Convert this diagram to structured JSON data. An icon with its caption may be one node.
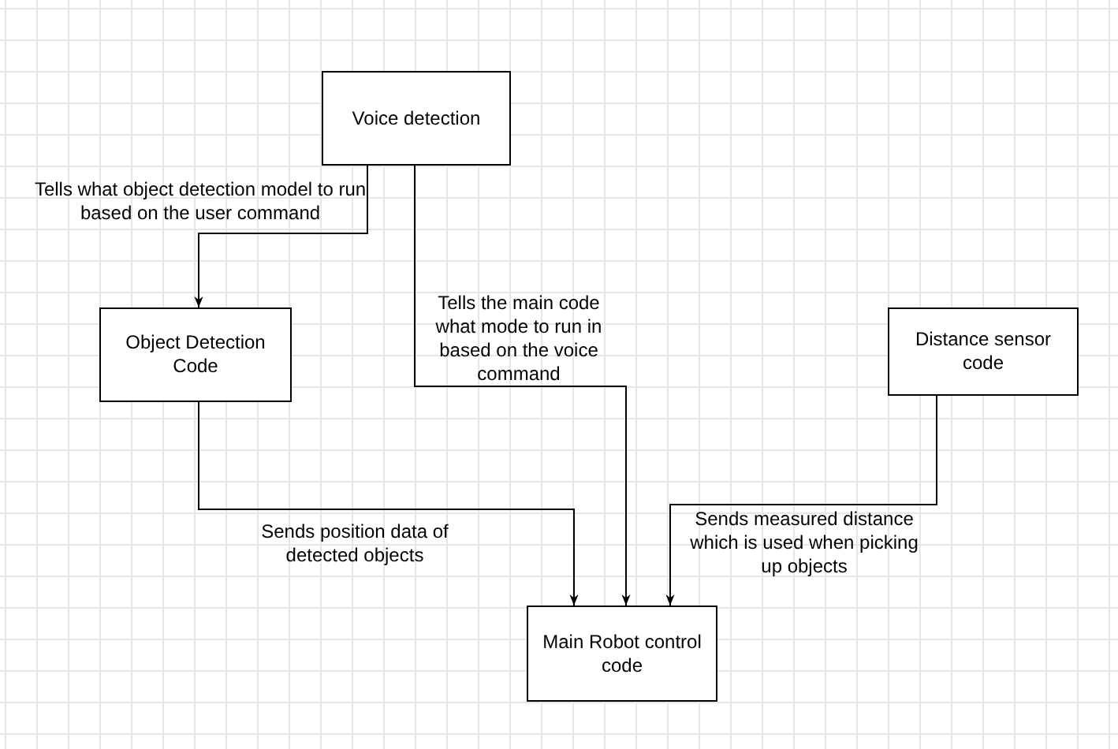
{
  "diagram": {
    "nodes": [
      {
        "text": [
          "Voice detection"
        ]
      },
      {
        "text": [
          "Object Detection Code"
        ]
      },
      {
        "text": [
          "Distance sensor code"
        ]
      },
      {
        "text": [
          "Main Robot control code"
        ]
      }
    ],
    "edges": [
      {
        "from": 0,
        "to": 1,
        "arrow": "to",
        "label": "Tells what object detection model to run based on the user command"
      },
      {
        "from": 0,
        "to": 3,
        "arrow": "to",
        "label": "Tells the main code what mode to run in based on the voice command"
      },
      {
        "from": 1,
        "to": 3,
        "arrow": "to",
        "label": "Sends position data of detected objects"
      },
      {
        "from": 2,
        "to": 3,
        "arrow": "to",
        "label": "Sends measured distance which is used when picking up objects"
      }
    ]
  }
}
